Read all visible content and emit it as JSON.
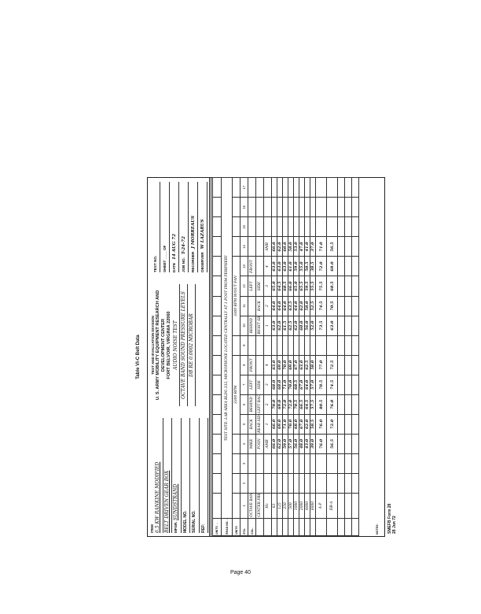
{
  "title": "Table VI-C Belt Data",
  "header": {
    "item_label": "ITEM",
    "item_lines": [
      "6.5 KW RANKINE MODIFIED",
      "BELT DRIVEN GEAR BOX"
    ],
    "mfgr_label": "MFGR.",
    "mfgr_value": "SUNDSTRAND",
    "model_label": "MODEL NO.",
    "serial_label": "SERIAL NO.",
    "ref_label": "REF:",
    "center_lines": [
      "TEST AND EVALUATION DIVISION",
      "U. S. ARMY MOBILITY EQUIPMENT RESEARCH AND",
      "DEVELOPMENT CENTER",
      "FORT BELVOIR, VIRGINIA 22060"
    ],
    "center_hand": [
      "AUDIO NOISE TEST",
      "OCTAVE BAND SOUND PRESSURE LEVELS",
      "DB RE 0.0002 MICROBAR"
    ],
    "right_fields": [
      {
        "label": "TEST NO.",
        "value": ""
      },
      {
        "label": "SHEET ____ OF",
        "value": ""
      },
      {
        "label": "DATE",
        "value": "14 AUG 72"
      },
      {
        "label": "JOB NO.",
        "value": "T-24-72"
      },
      {
        "label": "RECORDER",
        "value": "J MORREAUS"
      },
      {
        "label": "OBSERVER",
        "value": "W LAZARUS"
      }
    ]
  },
  "table": {
    "row_labels": [
      "UNITS →",
      "READ NO. ↓",
      "UNITS",
      "STA.",
      "COL."
    ],
    "test_site": "TEST SITE: LAB AREA BLDG 333, MICROPHONE LOCATED CENTRALLY AT 1 FOOT FROM PERIPHERY",
    "groups": [
      {
        "label": "3300 RPM",
        "start": 5,
        "span": 4
      },
      {
        "label": "3300 RPM W/OUT FAN",
        "start": 10,
        "span": 4
      }
    ],
    "column_numbers": [
      "1",
      "2",
      "3",
      "4",
      "5",
      "6",
      "7",
      "8",
      "9",
      "10",
      "11",
      "12",
      "13",
      "14",
      "15",
      "16",
      "17"
    ],
    "column_headers": [
      [
        "OCTAVE BAND",
        "CENTER FREQ",
        "Hz"
      ],
      [
        "",
        "",
        ""
      ],
      [
        "",
        "",
        ""
      ],
      [
        "MIKE",
        "POSN",
        "AMB"
      ],
      [
        "BACK",
        "REAR SIDE",
        "1"
      ],
      [
        "BEHIND",
        "LEFT BACK",
        "2"
      ],
      [
        "LEFT",
        "SIDE",
        "3"
      ],
      [
        "FRONT",
        "",
        "4"
      ],
      [
        "",
        "",
        ""
      ],
      [
        "BEHIND",
        "RIGHT SIDE",
        "1"
      ],
      [
        "",
        "BACK",
        "2"
      ],
      [
        "LEFT",
        "SIDE",
        "3"
      ],
      [
        "FRONT",
        "",
        "4"
      ],
      [
        "",
        "",
        "AMB"
      ],
      [
        "",
        "",
        ""
      ],
      [
        "",
        "",
        ""
      ],
      [
        "",
        "",
        ""
      ]
    ],
    "rows": [
      [
        "63",
        "",
        "",
        "66.0",
        "66.0",
        "70.0",
        "68.0",
        "63.0",
        "",
        "63.0",
        "64.0",
        "65.0",
        "63.0",
        "66.0",
        "",
        "",
        ""
      ],
      [
        "125",
        "",
        "",
        "62.0",
        "69.0",
        "69.0",
        "68.0",
        "69.0",
        "",
        "62.0",
        "64.0",
        "64.5",
        "63.0",
        "62.0",
        "",
        "",
        ""
      ],
      [
        "250",
        "",
        "",
        "59.0",
        "71.0",
        "72.0",
        "71.0",
        "70.0",
        "",
        "61.5",
        "64.0",
        "68.5",
        "63.0",
        "60.0",
        "",
        "",
        ""
      ],
      [
        "500",
        "",
        "",
        "57.0",
        "70.0",
        "72.0",
        "70.0",
        "69.0",
        "",
        "62.5",
        "63.5",
        "66.0",
        "61.0",
        "58.0",
        "",
        "",
        ""
      ],
      [
        "1000",
        "",
        "",
        "56.0",
        "68.0",
        "70.5",
        "68.5",
        "67.0",
        "",
        "62.0",
        "64.0",
        "65.0",
        "59.0",
        "53.0",
        "",
        "",
        ""
      ],
      [
        "2000",
        "",
        "",
        "48.0",
        "67.0",
        "66.5",
        "67.0",
        "63.0",
        "",
        "60.0",
        "62.0",
        "65.5",
        "55.0",
        "47.0",
        "",
        "",
        ""
      ],
      [
        "4000",
        "",
        "",
        "43.0",
        "62.0",
        "64.5",
        "64.0",
        "62.5",
        "",
        "56.0",
        "58.0",
        "59.5",
        "50.5",
        "41.0",
        "",
        "",
        ""
      ],
      [
        "8000",
        "",
        "",
        "39.0",
        "58.5",
        "57.5",
        "57.0",
        "58.0",
        "",
        "52.0",
        "52.5",
        "55.5",
        "38.5",
        "37.0",
        "",
        "",
        ""
      ],
      [
        "A-P",
        "",
        "",
        "76.0",
        "76.0",
        "80.5",
        "78.5",
        "77.0",
        "",
        "73.5",
        "74.5",
        "75.5",
        "72.0",
        "71.0",
        "",
        "",
        ""
      ],
      [
        "DB-A",
        "",
        "",
        "56.5",
        "72.0",
        "76.0",
        "74.5",
        "72.5",
        "",
        "63.0",
        "70.5",
        "68.5",
        "68.0",
        "56.5",
        "",
        "",
        ""
      ]
    ],
    "notes_label": "NOTES:"
  },
  "footer": {
    "form_name": "SMEFB Form 28",
    "form_date": "28 Jun 72"
  },
  "page_label": "Page 40"
}
